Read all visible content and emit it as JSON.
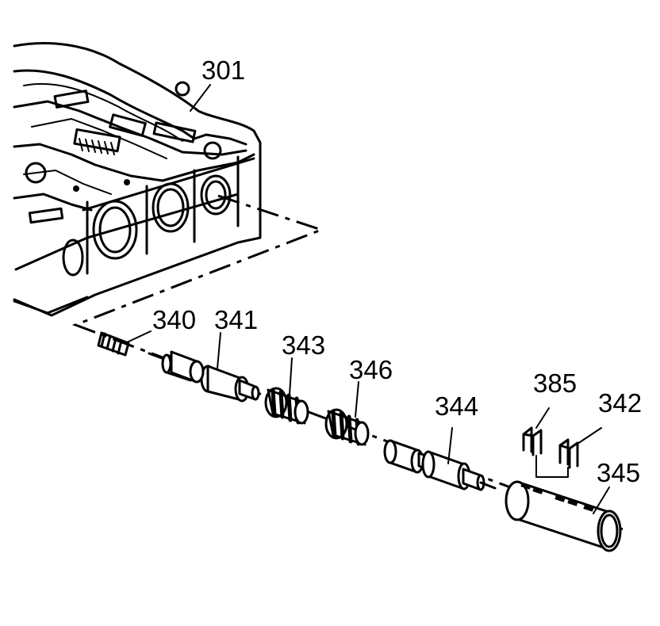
{
  "diagram": {
    "callouts": [
      {
        "id": "valve-body",
        "label": "301"
      },
      {
        "id": "spring-small",
        "label": "340"
      },
      {
        "id": "valve-spool-1",
        "label": "341"
      },
      {
        "id": "spring-1",
        "label": "343"
      },
      {
        "id": "spring-2",
        "label": "346"
      },
      {
        "id": "valve-spool-2",
        "label": "344"
      },
      {
        "id": "retainer-clip-1",
        "label": "385"
      },
      {
        "id": "retainer-clip-2",
        "label": "342"
      },
      {
        "id": "bore-plug",
        "label": "345"
      }
    ]
  }
}
